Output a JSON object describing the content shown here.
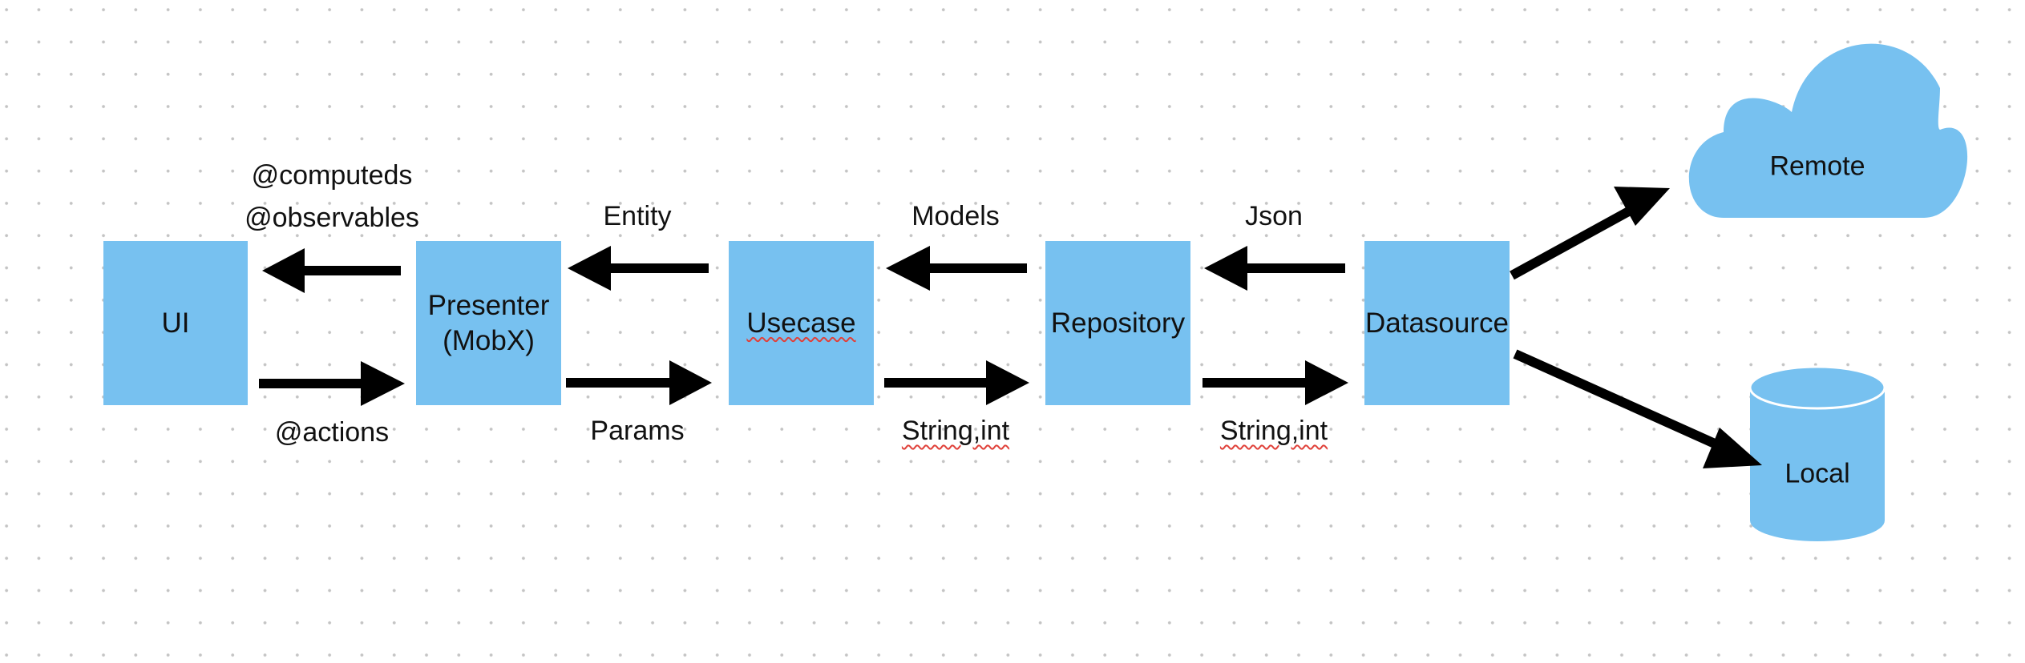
{
  "nodes": {
    "ui": "UI",
    "presenter": "Presenter\n(MobX)",
    "usecase": "Usecase",
    "repository": "Repository",
    "datasource": "Datasource",
    "remote": "Remote",
    "local": "Local"
  },
  "edge_labels": {
    "presenter_to_ui_line1": "@computeds",
    "presenter_to_ui_line2": "@observables",
    "ui_to_presenter": "@actions",
    "usecase_to_presenter": "Entity",
    "presenter_to_usecase": "Params",
    "repository_to_usecase": "Models",
    "usecase_to_repository": "String,int",
    "datasource_to_repository": "Json",
    "repository_to_datasource": "String,int"
  },
  "colors": {
    "node_fill": "#77c1f0",
    "arrow": "#000000",
    "spellcheck_underline": "#e0413a"
  },
  "icons": {
    "remote": "cloud-icon",
    "local": "database-cylinder-icon"
  }
}
